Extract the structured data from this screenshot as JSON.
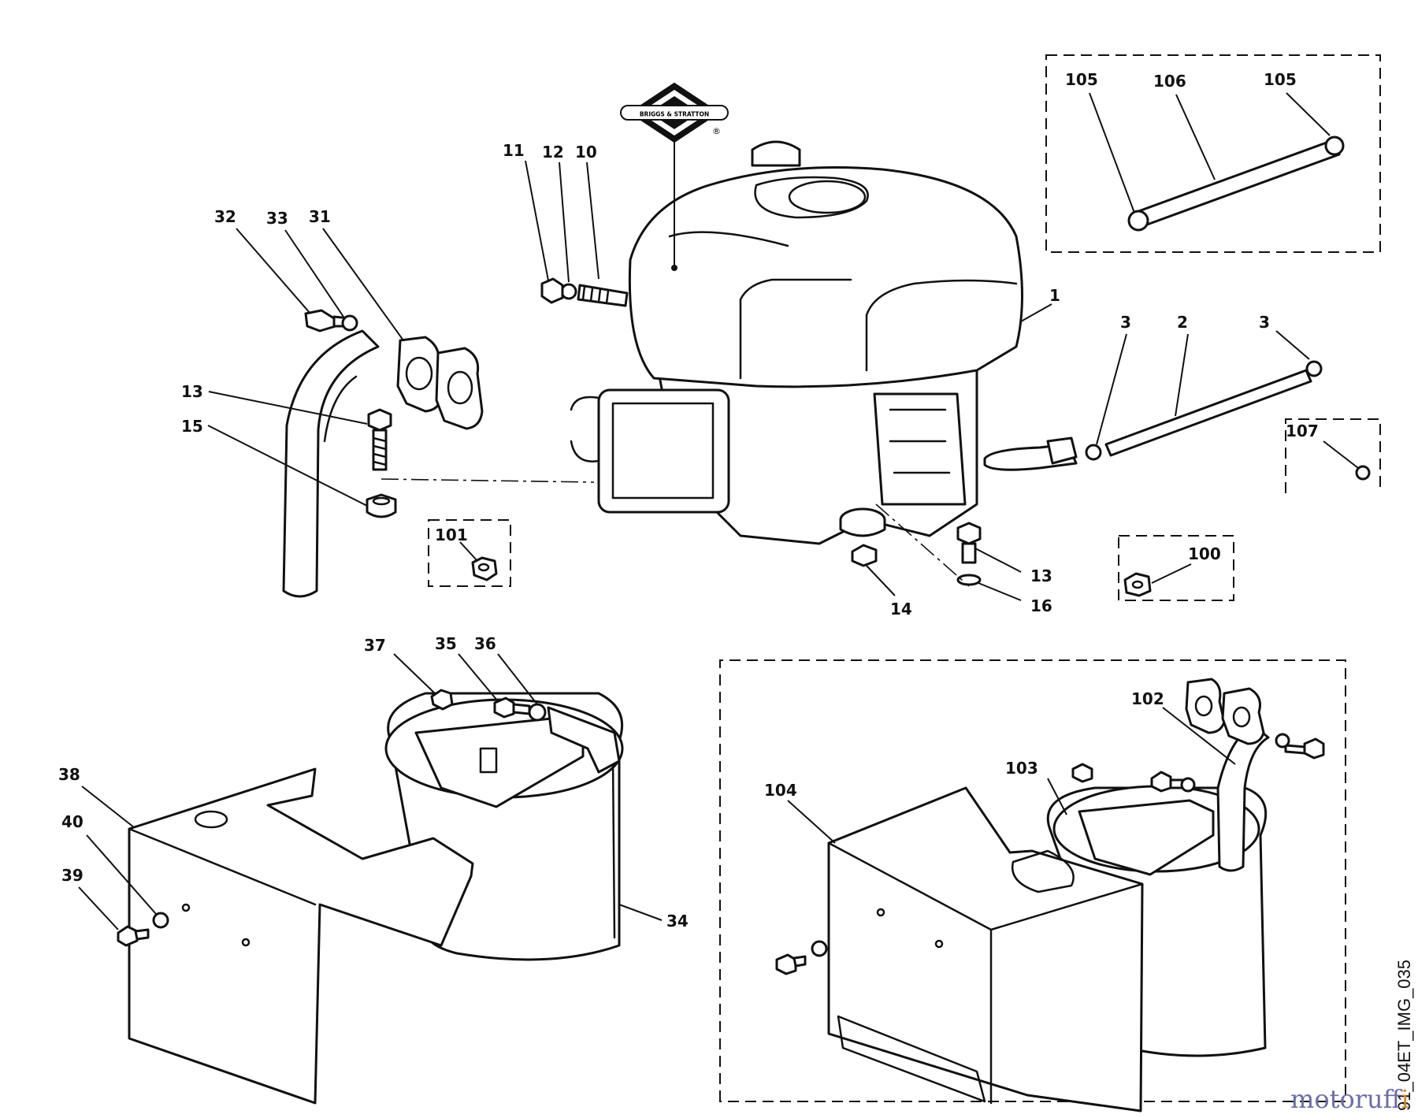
{
  "brand": {
    "logo_text": "BRIGGS & STRATTON",
    "registered_mark": "®"
  },
  "image_id": "91_04ET_IMG_035",
  "watermark": {
    "main": "motoruf",
    "suffix": "fi"
  },
  "callouts": {
    "c105a": "105",
    "c106": "106",
    "c105b": "105",
    "c11": "11",
    "c12": "12",
    "c10": "10",
    "c32": "32",
    "c33": "33",
    "c31": "31",
    "c1": "1",
    "c3a": "3",
    "c2": "2",
    "c3b": "3",
    "c13a": "13",
    "c15": "15",
    "c107": "107",
    "c101": "101",
    "c100": "100",
    "c13b": "13",
    "c14": "14",
    "c16": "16",
    "c37": "37",
    "c35": "35",
    "c36": "36",
    "c102": "102",
    "c103": "103",
    "c104": "104",
    "c38": "38",
    "c40": "40",
    "c39": "39",
    "c34": "34"
  }
}
